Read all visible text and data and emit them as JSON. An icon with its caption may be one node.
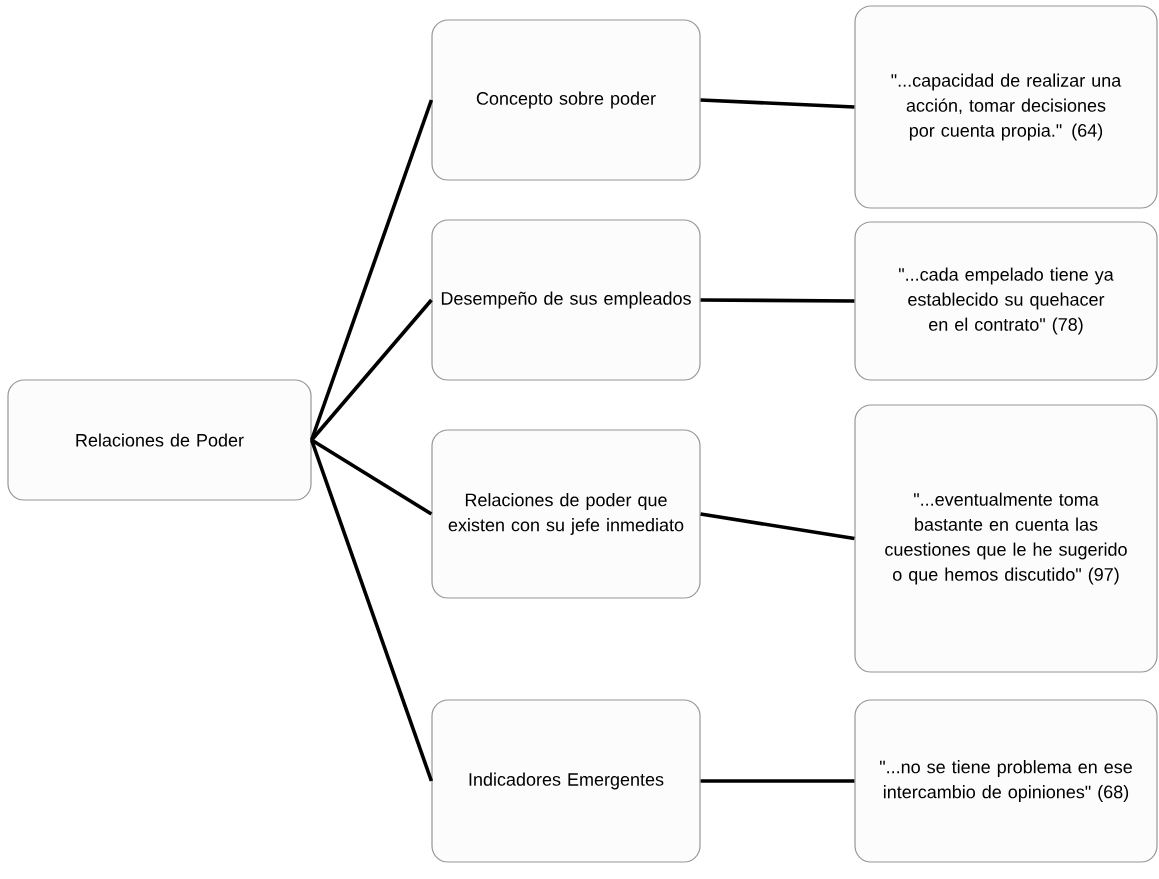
{
  "diagram": {
    "nodes": [
      {
        "text": [
          "Relaciones de Poder"
        ]
      },
      {
        "text": [
          "Concepto sobre poder"
        ]
      },
      {
        "text": [
          "Desempeño de sus empleados"
        ]
      },
      {
        "text": [
          "Relaciones de poder que existen con su jefe inmediato"
        ]
      },
      {
        "text": [
          "Indicadores Emergentes"
        ]
      },
      {
        "text": [
          "\"...capacidad de realizar una acción, tomar decisiones por cuenta propia.\" (64)"
        ]
      },
      {
        "text": [
          "\"...cada empelado tiene ya establecido su quehacer en el contrato\" (78)"
        ]
      },
      {
        "text": [
          "\"...eventualmente toma bastante en cuenta las cuestiones que le he sugerido o que hemos discutido\" (97)"
        ]
      },
      {
        "text": [
          "\"...no se tiene problema en ese intercambio de opiniones\" (68)"
        ]
      }
    ],
    "edges": [
      {
        "from": 0,
        "to": 1,
        "arrow": "none"
      },
      {
        "from": 0,
        "to": 2,
        "arrow": "none"
      },
      {
        "from": 0,
        "to": 3,
        "arrow": "none"
      },
      {
        "from": 0,
        "to": 4,
        "arrow": "none"
      },
      {
        "from": 1,
        "to": 5,
        "arrow": "none"
      },
      {
        "from": 2,
        "to": 6,
        "arrow": "none"
      },
      {
        "from": 3,
        "to": 7,
        "arrow": "none"
      },
      {
        "from": 4,
        "to": 8,
        "arrow": "none"
      }
    ]
  }
}
